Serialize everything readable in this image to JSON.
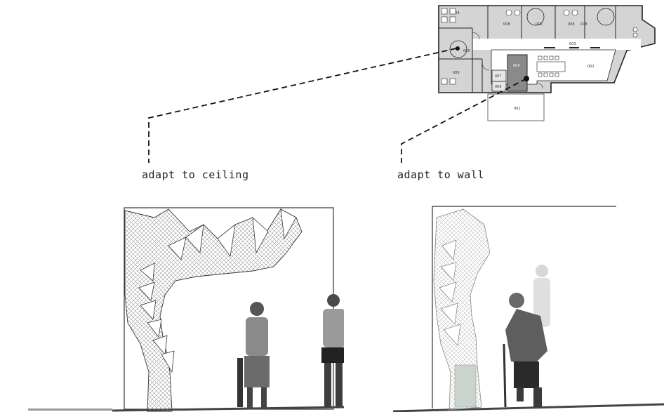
{
  "floorplan": {
    "rooms": [
      "001",
      "002",
      "003",
      "004",
      "005",
      "006",
      "007",
      "008",
      "009",
      "010"
    ],
    "labels": {
      "r001": "001",
      "r002": "002",
      "r003": "003",
      "r004": "004",
      "r005": "005",
      "r006": "006",
      "r007": "007",
      "r008a": "008",
      "r008b": "008",
      "r009a": "009",
      "r009b": "009",
      "r010": "010",
      "r008c": "008"
    }
  },
  "callouts": {
    "ceiling_label": "adapt to ceiling",
    "wall_label": "adapt to wall"
  },
  "colors": {
    "ink": "#222222",
    "plan_fill": "#cfcfcf",
    "highlight_room": "#8a8a8a"
  }
}
